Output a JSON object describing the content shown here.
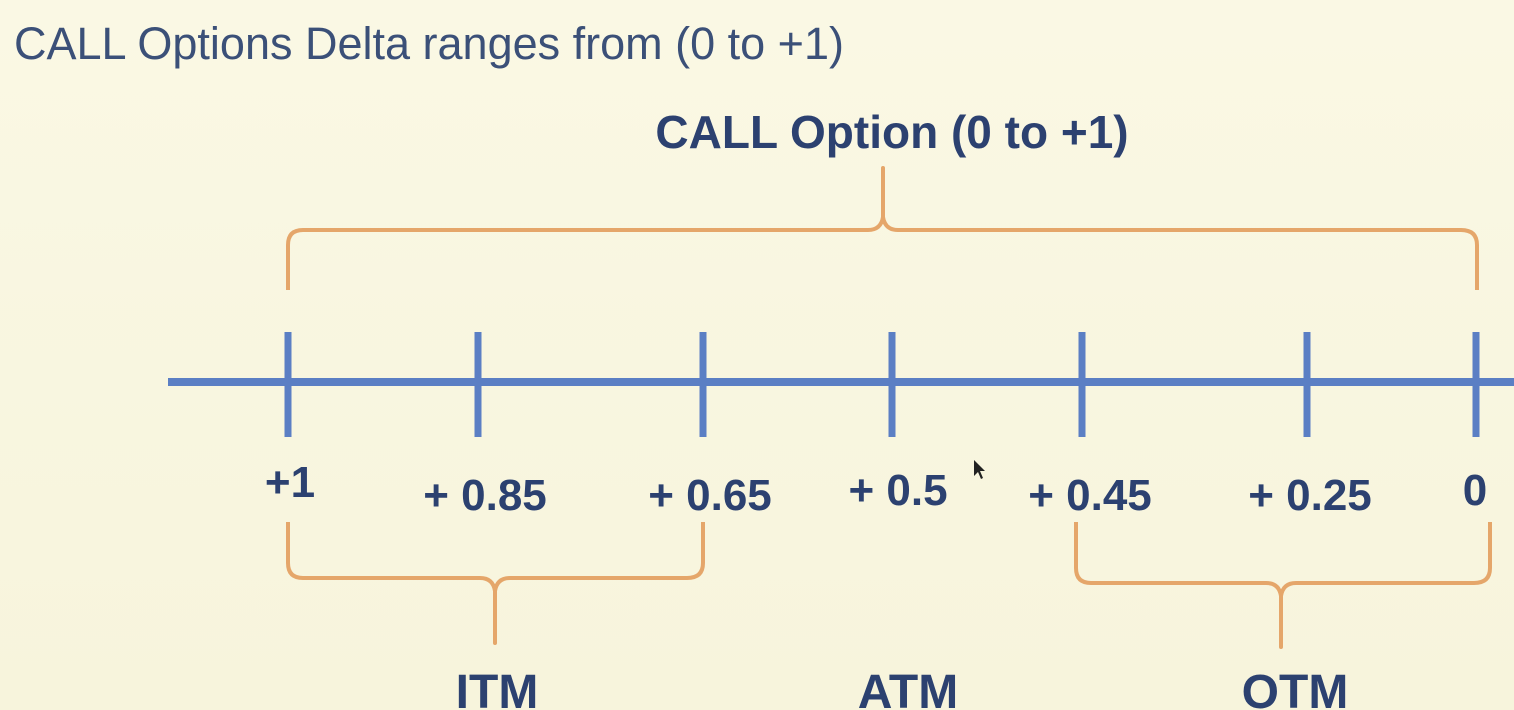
{
  "slide": {
    "title": "CALL Options Delta ranges from (0 to +1)"
  },
  "diagram": {
    "range_label": "CALL Option (0 to +1)",
    "ticks": [
      "+1",
      "+ 0.85",
      "+ 0.65",
      "+ 0.5",
      "+ 0.45",
      "+ 0.25",
      "0"
    ],
    "zones": [
      {
        "label": "ITM"
      },
      {
        "label": "ATM"
      },
      {
        "label": "OTM"
      }
    ],
    "colors": {
      "axis": "#5b7fc4",
      "brace": "#e5a66a",
      "text": "#2c4170"
    }
  }
}
